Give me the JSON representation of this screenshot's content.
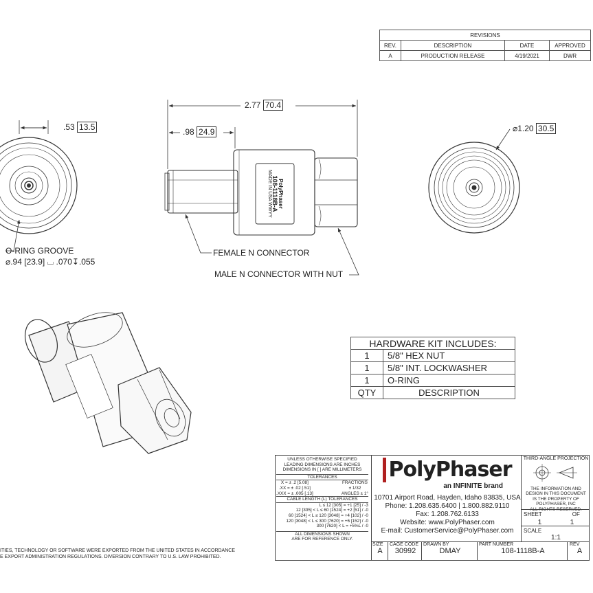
{
  "revisions": {
    "title": "REVISIONS",
    "headers": [
      "REV.",
      "DESCRIPTION",
      "DATE",
      "APPROVED"
    ],
    "rows": [
      [
        "A",
        "PRODUCTION RELEASE",
        "4/19/2021",
        "DWR"
      ]
    ]
  },
  "dims": {
    "overall": "2.77",
    "overall_mm": "70.4",
    "female_len": ".98",
    "female_len_mm": "24.9",
    "groove_offset": ".53",
    "groove_offset_mm": "13.5",
    "diameter": "⌀1.20",
    "diameter_mm": "30.5"
  },
  "callouts": {
    "oring_groove": "O-RING GROOVE",
    "oring_dims": "⌀.94 [23.9] ⌴ .070↧.055",
    "female": "FEMALE N CONNECTOR",
    "male": "MALE N CONNECTOR WITH NUT"
  },
  "part_label": {
    "brand": "PolyPhaser",
    "pn": "108-1118B-A",
    "line1": "MADE IN",
    "line2": "USA",
    "code": "WWYY"
  },
  "kit": {
    "title": "HARDWARE KIT INCLUDES:",
    "rows": [
      {
        "qty": "1",
        "desc": "5/8\" HEX NUT"
      },
      {
        "qty": "1",
        "desc": "5/8\" INT. LOCKWASHER"
      },
      {
        "qty": "1",
        "desc": "O-RING"
      }
    ],
    "footer_qty": "QTY",
    "footer_desc": "DESCRIPTION"
  },
  "tolerance": {
    "l1": "UNLESS OTHERWISE SPECIFIED",
    "l2": "LEADING DIMENSIONS ARE INCHES",
    "l3": "DIMENSIONS IN [ ] ARE MILLIMETERS",
    "head": "TOLERANCES",
    "t1": "X = ± .2   [5.08]",
    "t2": ".XX = ± .02   [.51]",
    "t3": ".XXX = ± .005  [.13]",
    "f1": "FRACTIONS",
    "f2": "± 1/32",
    "f3": "ANGLES ± 1°",
    "cable_head": "CABLE LENGTH (L) TOLERANCES",
    "c1": "L ≤ 12 [305] = +1 [25] / -3",
    "c2": "12 [305] < L ≤ 60 [1524] = +2 [51] / -0",
    "c3": "60 [1524] < L ≤ 120 [3048] = +4 [102] / -0",
    "c4": "120 [3048] < L ≤ 300 [7620] = +6 [152] / -0",
    "c5": "300 [7620] < L = +5%L / -0",
    "ref1": "ALL DIMENSIONS SHOWN",
    "ref2": "ARE FOR REFERENCE ONLY."
  },
  "company": {
    "logo": "PolyPhaser",
    "tagline": "an INFINITE brand",
    "addr": "10701 Airport Road, Hayden, Idaho 83835, USA",
    "phone": "Phone:  1.208.635.6400  |  1.800.882.9110",
    "fax": "Fax:  1.208.762.6133",
    "web": "Website: www.PolyPhaser.com",
    "email": "E-mail: CustomerService@PolyPhaser.com"
  },
  "projection": {
    "title": "THIRD-ANGLE PROJECTION",
    "p1": "THE INFORMATION AND",
    "p2": "DESIGN IN THIS DOCUMENT",
    "p3": "IS THE PROPERTY OF",
    "p4": "POLYPHASER, INC",
    "p5": "ALL RIGHTS RESERVED."
  },
  "sheet": {
    "label": "SHEET",
    "num": "1",
    "of": "OF",
    "total": "1"
  },
  "scale": {
    "label": "SCALE",
    "value": "1:1"
  },
  "titleblock": {
    "size_l": "SIZE",
    "size": "A",
    "cage_l": "CAGE CODE",
    "cage": "30992",
    "drawn_l": "DRAWN BY",
    "drawn": "DMAY",
    "part_l": "PART NUMBER",
    "part": "108-1118B-A",
    "rev_l": "REV",
    "rev": "A"
  },
  "export": {
    "l1": "ITIES, TECHNOLOGY OR SOFTWARE WERE EXPORTED FROM THE UNITED STATES IN ACCORDANCE",
    "l2": "E EXPORT ADMINISTRATION REGULATIONS. DIVERSION CONTRARY TO U.S. LAW PROHIBITED."
  }
}
